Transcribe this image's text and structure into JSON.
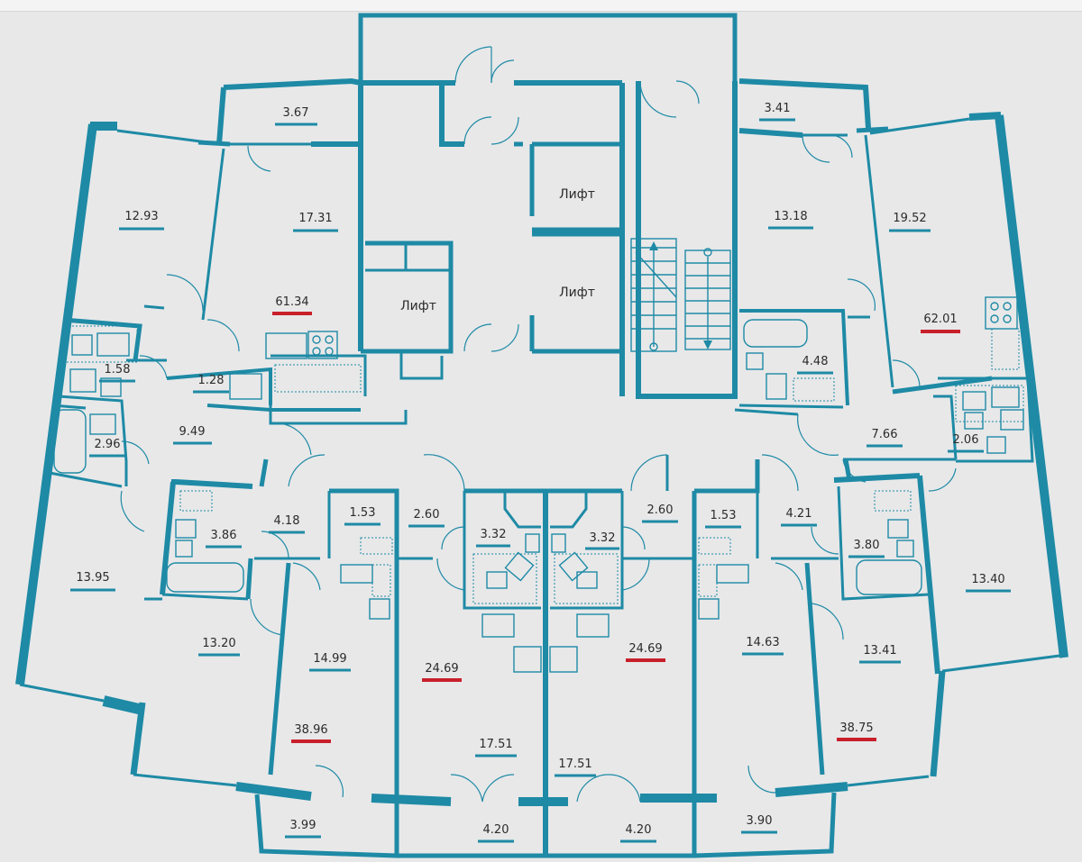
{
  "colors": {
    "wall": "#1e8aa5",
    "total_marker": "#c8202a",
    "background": "#e8e8e9"
  },
  "lift_label": "Лифт",
  "rooms": [
    {
      "id": "r1",
      "area": "12.93"
    },
    {
      "id": "r2",
      "area": "3.67"
    },
    {
      "id": "r3",
      "area": "17.31"
    },
    {
      "id": "r4",
      "area": "1.58"
    },
    {
      "id": "r5",
      "area": "1.28"
    },
    {
      "id": "r6",
      "area": "2.96"
    },
    {
      "id": "r7",
      "area": "9.49"
    },
    {
      "id": "r8",
      "area": "13.95"
    },
    {
      "id": "r9",
      "area": "3.86"
    },
    {
      "id": "r10",
      "area": "4.18"
    },
    {
      "id": "r11",
      "area": "1.53"
    },
    {
      "id": "r12",
      "area": "2.60"
    },
    {
      "id": "r13",
      "area": "3.32"
    },
    {
      "id": "r14",
      "area": "3.32"
    },
    {
      "id": "r15",
      "area": "2.60"
    },
    {
      "id": "r16",
      "area": "1.53"
    },
    {
      "id": "r17",
      "area": "4.21"
    },
    {
      "id": "r18",
      "area": "3.80"
    },
    {
      "id": "r19",
      "area": "13.40"
    },
    {
      "id": "r20",
      "area": "13.20"
    },
    {
      "id": "r21",
      "area": "14.99"
    },
    {
      "id": "r22",
      "area": "14.63"
    },
    {
      "id": "r23",
      "area": "13.41"
    },
    {
      "id": "r24",
      "area": "17.51"
    },
    {
      "id": "r25",
      "area": "17.51"
    },
    {
      "id": "r26",
      "area": "3.99"
    },
    {
      "id": "r27",
      "area": "4.20"
    },
    {
      "id": "r28",
      "area": "4.20"
    },
    {
      "id": "r29",
      "area": "3.90"
    },
    {
      "id": "r30",
      "area": "3.41"
    },
    {
      "id": "r31",
      "area": "13.18"
    },
    {
      "id": "r32",
      "area": "19.52"
    },
    {
      "id": "r33",
      "area": "4.48"
    },
    {
      "id": "r34",
      "area": "7.66"
    },
    {
      "id": "r35",
      "area": "2.06"
    }
  ],
  "totals": [
    {
      "id": "t1",
      "area": "61.34"
    },
    {
      "id": "t2",
      "area": "62.01"
    },
    {
      "id": "t3",
      "area": "24.69"
    },
    {
      "id": "t4",
      "area": "24.69"
    },
    {
      "id": "t5",
      "area": "38.96"
    },
    {
      "id": "t6",
      "area": "38.75"
    }
  ]
}
